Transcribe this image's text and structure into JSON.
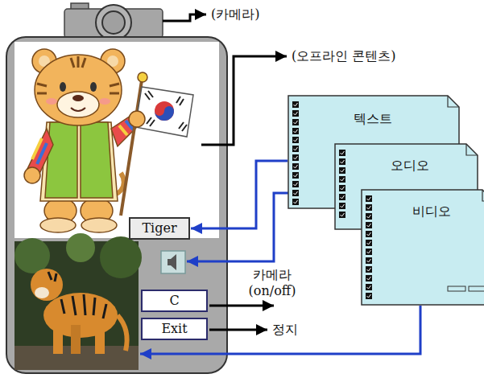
{
  "diagram": {
    "nodes": [
      {
        "text": [
          "텍스트"
        ]
      },
      {
        "text": [
          "오디오"
        ]
      },
      {
        "text": [
          "비디오"
        ]
      },
      {
        "text": [
          "Tiger"
        ]
      },
      {
        "text": [
          "C"
        ]
      },
      {
        "text": [
          "Exit"
        ]
      }
    ],
    "edges": [
      {
        "from": 0,
        "to": 3,
        "arrow": "to"
      }
    ],
    "labels": [
      "(카메라)",
      "(오프라인 콘텐츠)",
      "카메라 (on/off)",
      "정지"
    ]
  }
}
